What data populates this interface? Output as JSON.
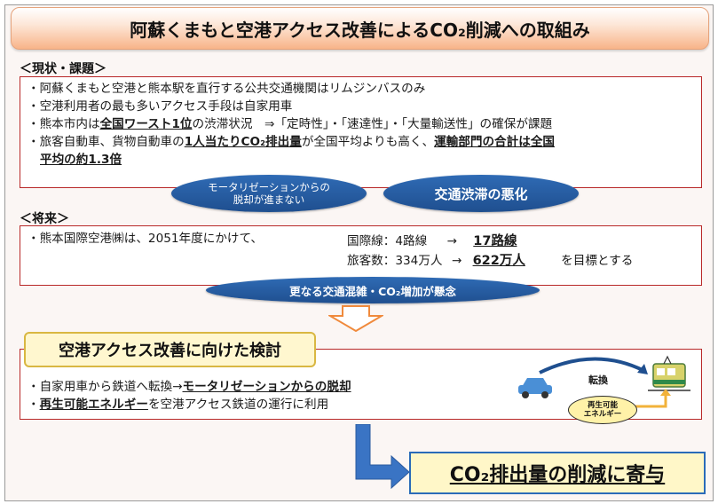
{
  "title": "阿蘇くまもと空港アクセス改善によるCO₂削減への取組み",
  "current": {
    "heading": "＜現状・課題＞",
    "line1": "・阿蘇くまもと空港と熊本駅を直行する公共交通機関はリムジンバスのみ",
    "line2": "・空港利用者の最も多いアクセス手段は自家用車",
    "line3_a": "・熊本市内は",
    "line3_b": "全国ワースト1位",
    "line3_c": "の渋滞状況　⇒「定時性」・「速達性」・「大量輸送性」の確保が課題",
    "line4_a": "・旅客自動車、貨物自動車の",
    "line4_b": "1人当たりCO₂排出量",
    "line4_c": "が全国平均よりも高く、",
    "line4_d": "運輸部門の合計は全国",
    "line5": "平均の約1.3倍",
    "ellipse1": "モータリゼーションからの\n脱却が進まない",
    "ellipse2": "交通渋滞の悪化"
  },
  "future": {
    "heading": "＜将来＞",
    "line1": "・熊本国際空港㈱は、2051年度にかけて、",
    "routes_label": "国際線：4路線",
    "routes_arrow": "→",
    "routes_target": "17路線",
    "pax_label": "旅客数：334万人",
    "pax_arrow": "→",
    "pax_target": "622万人",
    "goal_text": "を目標とする",
    "ellipse": "更なる交通混雑・CO₂増加が懸念"
  },
  "study": {
    "heading": "空港アクセス改善に向けた検討",
    "line1_a": "・自家用車から鉄道へ転換→",
    "line1_b": "モータリゼーションからの脱却",
    "line2_a": "・",
    "line2_b": "再生可能エネルギー",
    "line2_c": "を空港アクセス鉄道の運行に利用",
    "convert_label": "転換",
    "renewable_label": "再生可能\nエネルギー"
  },
  "result": "CO₂排出量の削減に寄与",
  "colors": {
    "red_border": "#b82828",
    "ellipse_blue": "#1f4f8f",
    "arrow_orange": "#f08a3c",
    "arrow_blue": "#3a74c4"
  }
}
